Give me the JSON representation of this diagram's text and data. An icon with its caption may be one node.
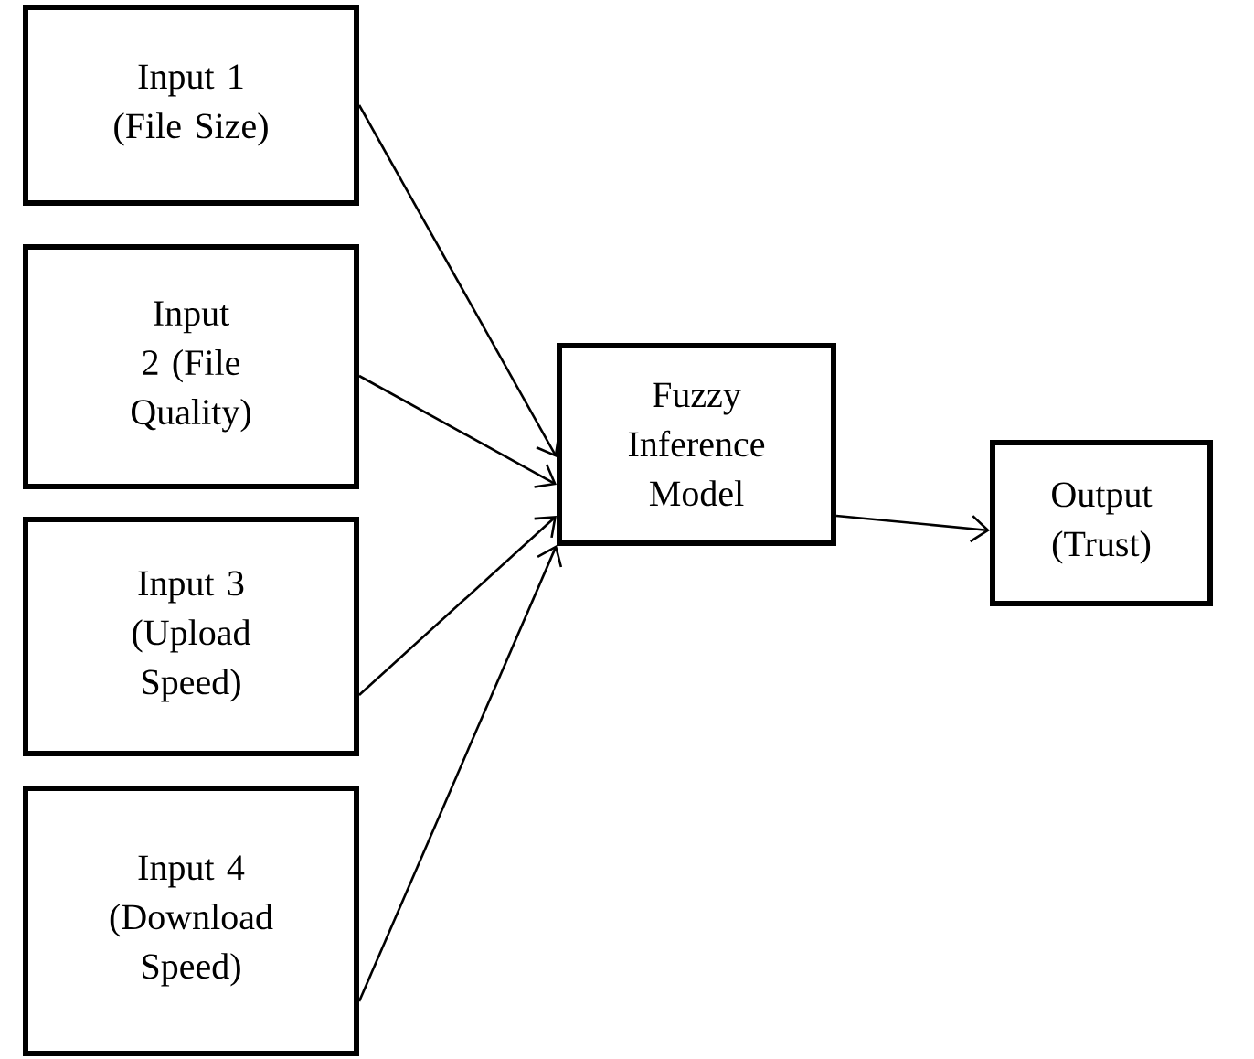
{
  "diagram": {
    "nodes": [
      {
        "text": [
          "Input 1 (File Size)"
        ]
      },
      {
        "text": [
          "Input 2 (File Quality)"
        ]
      },
      {
        "text": [
          "Input 3 (Upload Speed)"
        ]
      },
      {
        "text": [
          "Input 4 (Download Speed)"
        ]
      },
      {
        "text": [
          "Fuzzy Inference Model"
        ]
      },
      {
        "text": [
          "Output (Trust)"
        ]
      }
    ],
    "edges": [
      {
        "from": 0,
        "to": 4,
        "arrow": "to"
      },
      {
        "from": 1,
        "to": 4,
        "arrow": "to"
      },
      {
        "from": 2,
        "to": 4,
        "arrow": "to"
      },
      {
        "from": 3,
        "to": 4,
        "arrow": "to"
      },
      {
        "from": 4,
        "to": 5,
        "arrow": "to"
      }
    ]
  }
}
